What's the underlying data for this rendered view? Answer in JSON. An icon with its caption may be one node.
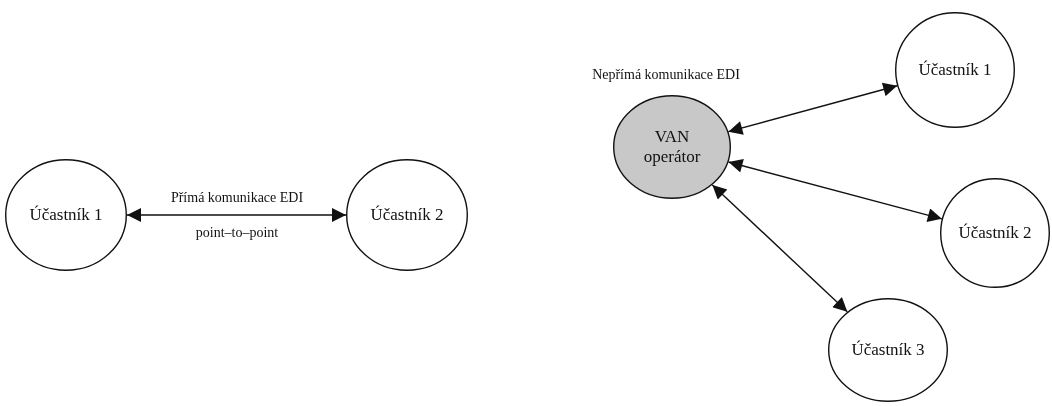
{
  "diagram": {
    "nodes": [
      {
        "text": [
          "Účastník 1"
        ]
      },
      {
        "text": [
          "Účastník 2"
        ]
      },
      {
        "text": [
          "VAN operátor"
        ]
      },
      {
        "text": [
          "Účastník 1"
        ]
      },
      {
        "text": [
          "Účastník 2"
        ]
      },
      {
        "text": [
          "Účastník 3"
        ]
      }
    ],
    "edges": [
      {
        "from": 0,
        "to": 1,
        "arrow": "both",
        "label": "Přímá komunikace EDI"
      },
      {
        "from": 2,
        "to": 3,
        "arrow": "both"
      },
      {
        "from": 2,
        "to": 4,
        "arrow": "both"
      },
      {
        "from": 2,
        "to": 5,
        "arrow": "both"
      }
    ],
    "labels": [
      "Nepřímá komunikace EDI",
      "point–to–point"
    ]
  }
}
